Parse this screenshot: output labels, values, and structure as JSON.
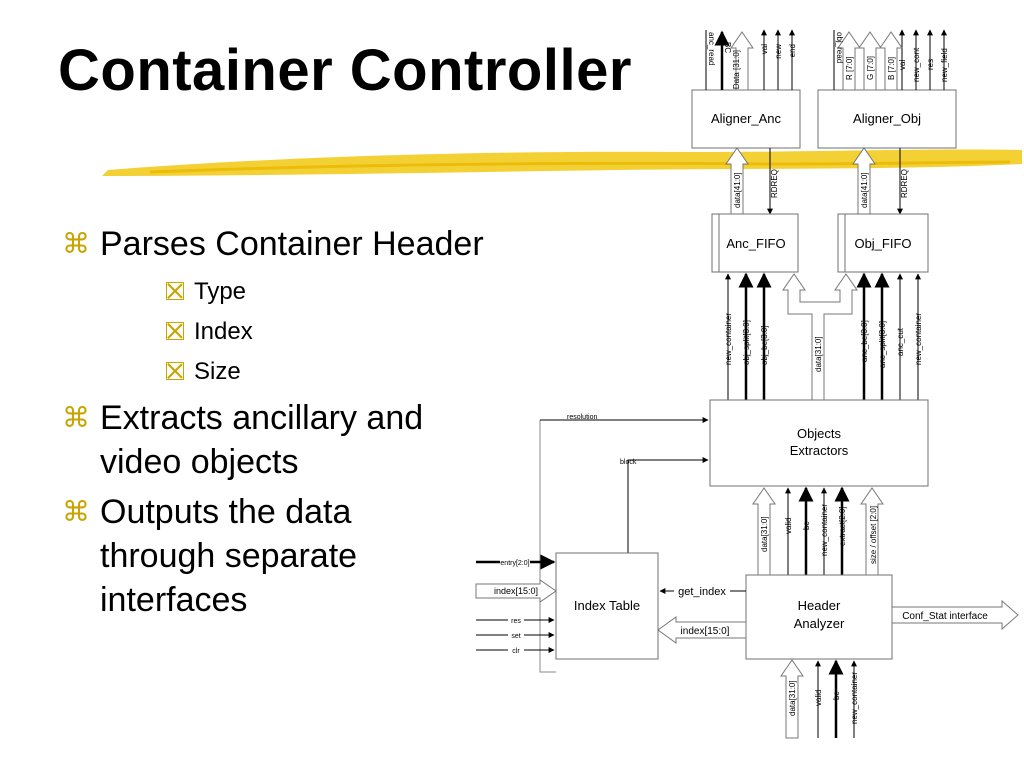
{
  "slide": {
    "title": "Container Controller",
    "bullets": [
      {
        "text": "Parses Container Header",
        "sub": [
          "Type",
          "Index",
          "Size"
        ]
      },
      {
        "text": "Extracts ancillary and video objects",
        "sub": []
      },
      {
        "text": "Outputs the data through separate interfaces",
        "sub": []
      }
    ]
  },
  "diagram": {
    "blocks": {
      "aligner_anc": "Aligner_Anc",
      "aligner_obj": "Aligner_Obj",
      "anc_fifo": "Anc_FIFO",
      "obj_fifo": "Obj_FIFO",
      "objects_extractors": [
        "Objects",
        "Extractors"
      ],
      "header_analyzer": [
        "Header",
        "Analyzer"
      ],
      "index_table": "Index Table"
    },
    "aligner_anc_signals": [
      "anc_read",
      "BC",
      "Data [31:0]",
      "val",
      "new",
      "end"
    ],
    "aligner_obj_signals": [
      "obj_read",
      "R [7:0]",
      "G [7:0]",
      "B [7:0]",
      "val",
      "new_cont",
      "res",
      "new_field"
    ],
    "anc_fifo_out": [
      "data[41:0]",
      "RDREQ"
    ],
    "obj_fifo_out": [
      "data[41:0]",
      "RDREQ"
    ],
    "fifo_in_left": [
      "new_container",
      "obj_split[3:0]",
      "obj_be[3:0]"
    ],
    "fifo_in_mid": "data[31:0]",
    "fifo_in_right": [
      "anc_be[3:0]",
      "anc_split[3:0]",
      "anc_cut",
      "new_container"
    ],
    "extractor_side": [
      "resolution",
      "block"
    ],
    "analyzer_to_extractor": [
      "data[31:0]",
      "valid",
      "bc",
      "new_container",
      "extract[2:0]",
      "size / offset [2:0]"
    ],
    "index_table_inputs": [
      "entry[2:0]",
      "index[15:0]",
      "res",
      "set",
      "clr"
    ],
    "analyzer_to_table": [
      "get_index",
      "index[15:0]"
    ],
    "conf_stat": "Conf_Stat interface",
    "analyzer_inputs": [
      "data[31:0]",
      "valid",
      "bc",
      "new_container"
    ],
    "colors": {
      "accent": "#f2cc1f",
      "bullet": "#c9a400",
      "line": "#000000",
      "box": "#707070"
    }
  }
}
